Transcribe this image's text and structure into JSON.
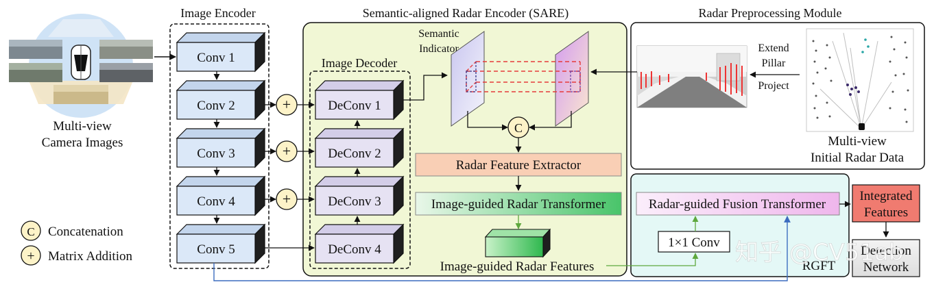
{
  "titles": {
    "image_encoder": "Image Encoder",
    "sare": "Semantic-aligned Radar Encoder (SARE)",
    "radar_pre": "Radar Preprocessing Module",
    "image_decoder": "Image Decoder"
  },
  "encoder": [
    "Conv 1",
    "Conv 2",
    "Conv 3",
    "Conv 4",
    "Conv 5"
  ],
  "decoder": [
    "DeConv 1",
    "DeConv 2",
    "DeConv 3",
    "DeConv 4"
  ],
  "camera": {
    "line1": "Multi-view",
    "line2": "Camera Images"
  },
  "semantic_indicator": {
    "line1": "Semantic",
    "line2": "Indicator"
  },
  "blocks": {
    "radar_feature_extractor": "Radar Feature Extractor",
    "igrt": "Image-guided Radar Transformer",
    "igrf": "Image-guided Radar Features",
    "rgft_block": "Radar-guided Fusion Transformer",
    "conv1x1": "1×1 Conv",
    "rgft": "RGFT",
    "integrated_1": "Integrated",
    "integrated_2": "Features",
    "detection_1": "Detection",
    "detection_2": "Network"
  },
  "radar_ops": {
    "extend": "Extend",
    "pillar": "Pillar",
    "project": "Project"
  },
  "radar_data": {
    "line1": "Multi-view",
    "line2": "Initial Radar Data"
  },
  "legend": {
    "concat_symbol": "C",
    "concat": "Concatenation",
    "add_symbol": "+",
    "add": "Matrix Addition"
  },
  "watermark": "知乎 @CV51ab",
  "colors": {
    "conv_fill": "#dbe8f8",
    "deconv_fill": "#e6e2f3",
    "sare_fill": "#f1f7d5",
    "rgft_fill": "#e4f8f6",
    "extractor_fill": "#f9cfb5",
    "integrated_fill": "#f07b70",
    "skip_line": "#3c6cbf",
    "green_line": "#5ea83e",
    "dashed_red": "#e63a3a"
  }
}
